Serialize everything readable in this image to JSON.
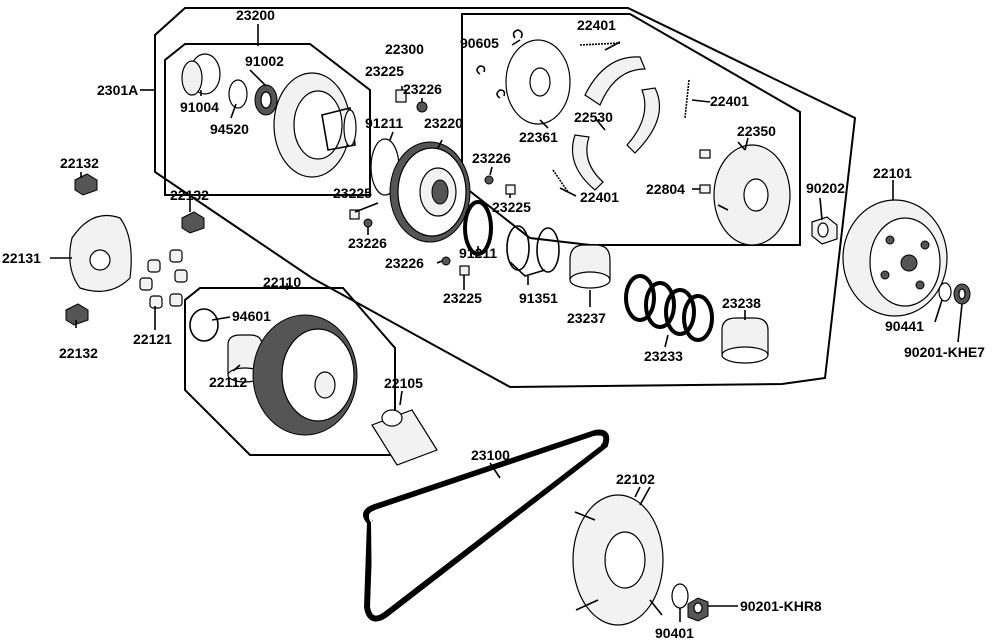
{
  "labels": {
    "p2301A": "2301A",
    "p23200": "23200",
    "p91002": "91002",
    "p91004": "91004",
    "p94520": "94520",
    "p22300": "22300",
    "p23225a": "23225",
    "p23226a": "23226",
    "p91211a": "91211",
    "p23220": "23220",
    "p23226b": "23226",
    "p23225b": "23225",
    "p23225c": "23225",
    "p23226c": "23226",
    "p23226d": "23226",
    "p91211b": "91211",
    "p23225d": "23225",
    "p91351": "91351",
    "p90605": "90605",
    "p22401a": "22401",
    "p22401b": "22401",
    "p22401c": "22401",
    "p22530": "22530",
    "p22361": "22361",
    "p22350": "22350",
    "p22804": "22804",
    "p90202": "90202",
    "p22101": "22101",
    "p90441": "90441",
    "p90201KHE7": "90201-KHE7",
    "p22132a": "22132",
    "p22132b": "22132",
    "p22132c": "22132",
    "p22131": "22131",
    "p22121": "22121",
    "p22110": "22110",
    "p94601": "94601",
    "p22112": "22112",
    "p22105": "22105",
    "p23237": "23237",
    "p23233": "23233",
    "p23238": "23238",
    "p23100": "23100",
    "p22102": "22102",
    "p90201KHR8": "90201-KHR8",
    "p90401": "90401"
  }
}
